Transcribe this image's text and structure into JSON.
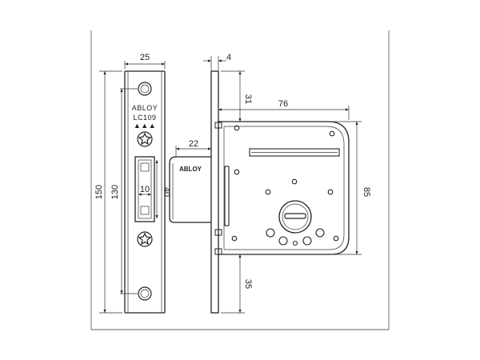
{
  "faceplate": {
    "brand": "ABLOY",
    "model": "LC109",
    "marks": "▲▲▲"
  },
  "bolt": {
    "brand": "ABLOY"
  },
  "dimensions": {
    "faceplate_width": "25",
    "faceplate_height_outer": "150",
    "faceplate_height_inner": "130",
    "bolt_width": "10",
    "bolt_height": "40",
    "bolt_projection": "22",
    "plate_thickness": "4",
    "backset": "76",
    "case_height": "85",
    "top_offset": "31",
    "bottom_offset": "35"
  }
}
